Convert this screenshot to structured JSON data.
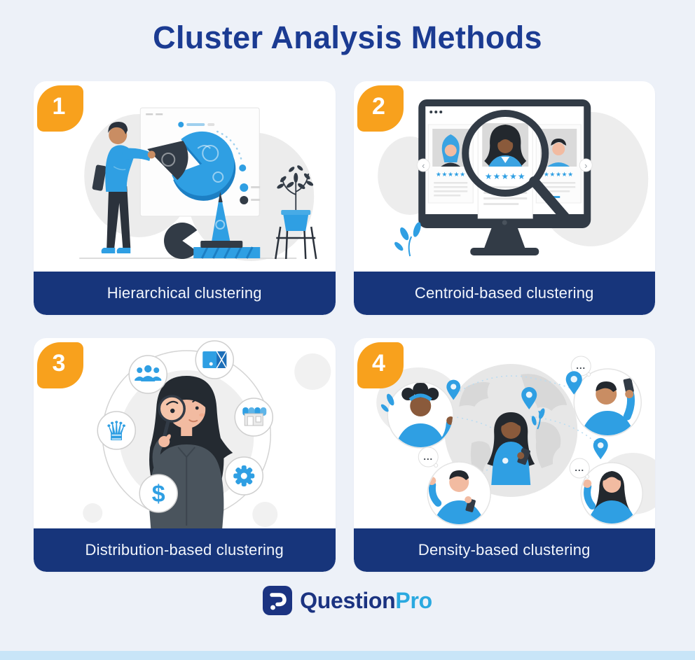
{
  "title": "Cluster Analysis Methods",
  "cards": [
    {
      "number": "1",
      "label": "Hierarchical clustering"
    },
    {
      "number": "2",
      "label": "Centroid-based clustering"
    },
    {
      "number": "3",
      "label": "Distribution-based clustering"
    },
    {
      "number": "4",
      "label": "Density-based clustering"
    }
  ],
  "footer": {
    "brand_first": "Question",
    "brand_second": "Pro"
  },
  "glyphs": {
    "stars_small": "★★★★★",
    "chevron_left": "‹",
    "chevron_right": "›",
    "ellipsis": "...",
    "dollar": "$",
    "chess_piece": "♛"
  },
  "colors": {
    "background": "#edf1f8",
    "card_background": "#ffffff",
    "title": "#1b3b92",
    "label_bar": "#17357b",
    "badge_orange": "#f8a11d",
    "illustration_blue": "#2f9fe3",
    "illustration_slate": "#323b46",
    "brand_navy": "#1b3381",
    "brand_lightblue": "#2aa9e0",
    "bottom_strip": "#c8e5f8"
  }
}
